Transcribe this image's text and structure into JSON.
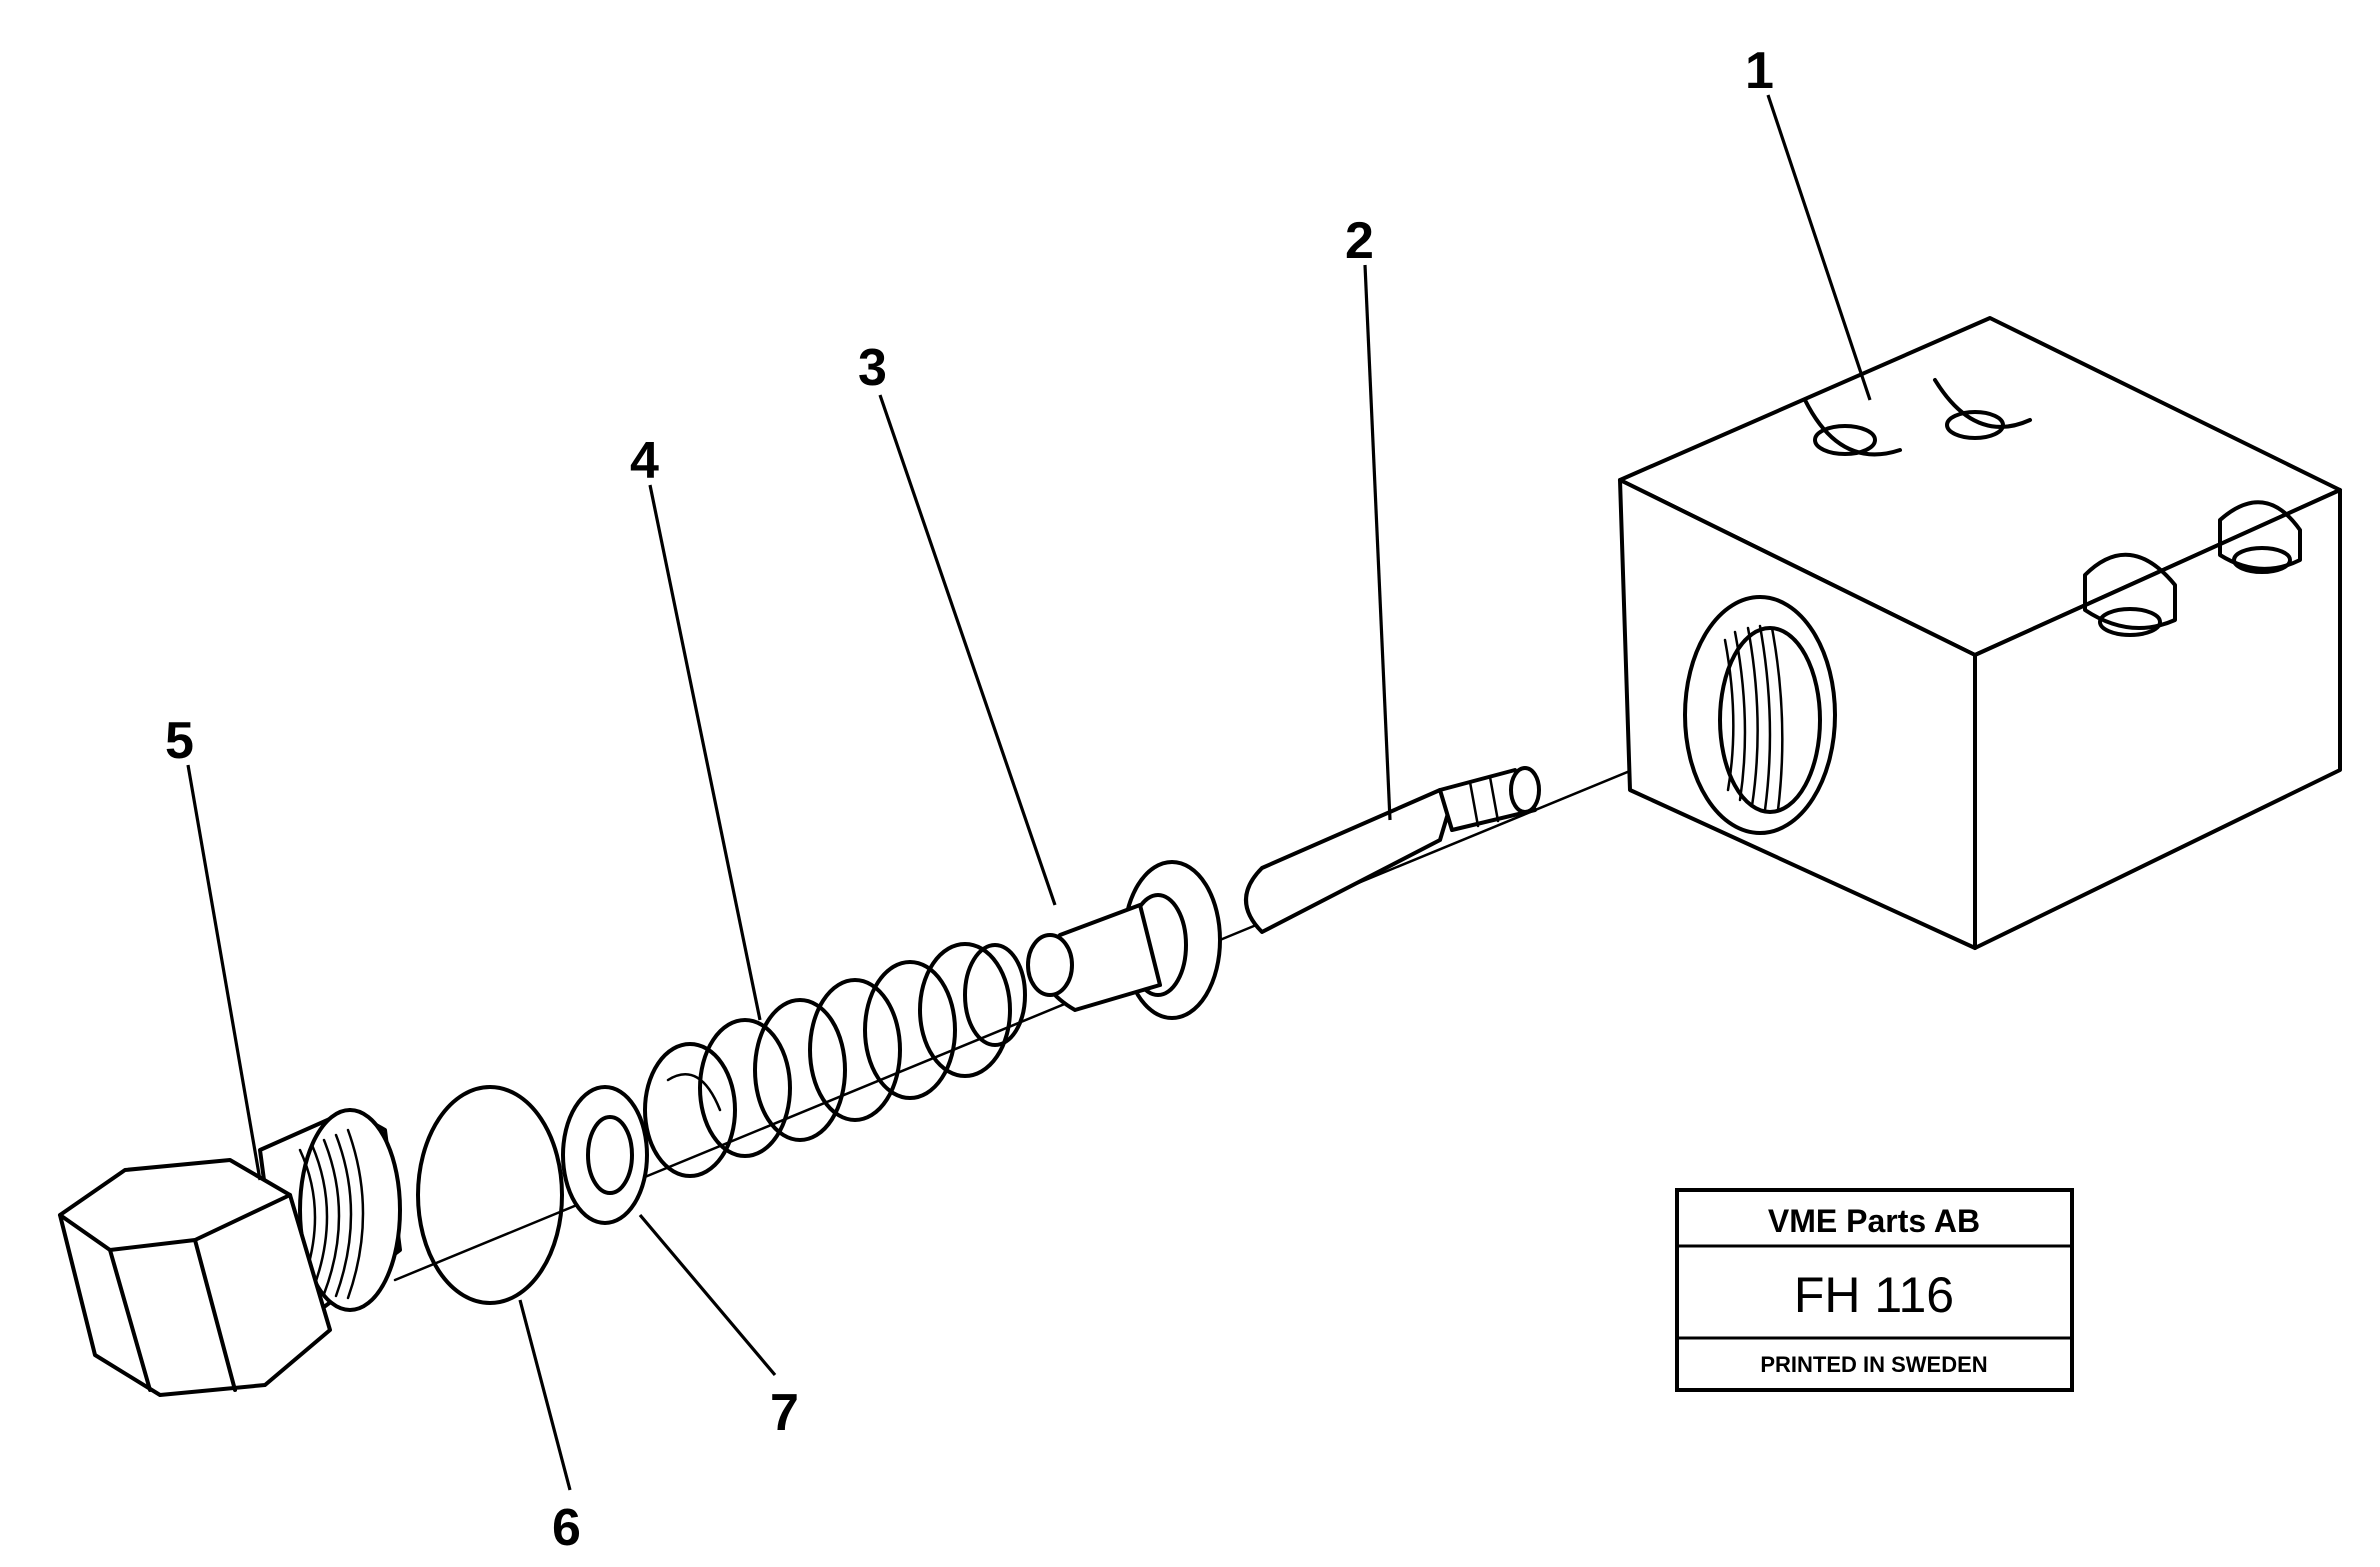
{
  "callouts": [
    {
      "id": "1",
      "label": "1"
    },
    {
      "id": "2",
      "label": "2"
    },
    {
      "id": "3",
      "label": "3"
    },
    {
      "id": "4",
      "label": "4"
    },
    {
      "id": "5",
      "label": "5"
    },
    {
      "id": "6",
      "label": "6"
    },
    {
      "id": "7",
      "label": "7"
    }
  ],
  "title_block": {
    "company": "VME Parts AB",
    "code": "FH 116",
    "printed": "PRINTED IN SWEDEN"
  },
  "parts": [
    {
      "callout": "1",
      "icon": "valve-housing-icon"
    },
    {
      "callout": "2",
      "icon": "valve-pin-icon"
    },
    {
      "callout": "3",
      "icon": "valve-poppet-icon"
    },
    {
      "callout": "4",
      "icon": "coil-spring-icon"
    },
    {
      "callout": "5",
      "icon": "hex-plug-icon"
    },
    {
      "callout": "6",
      "icon": "sealing-ring-icon"
    },
    {
      "callout": "7",
      "icon": "washer-icon"
    }
  ]
}
